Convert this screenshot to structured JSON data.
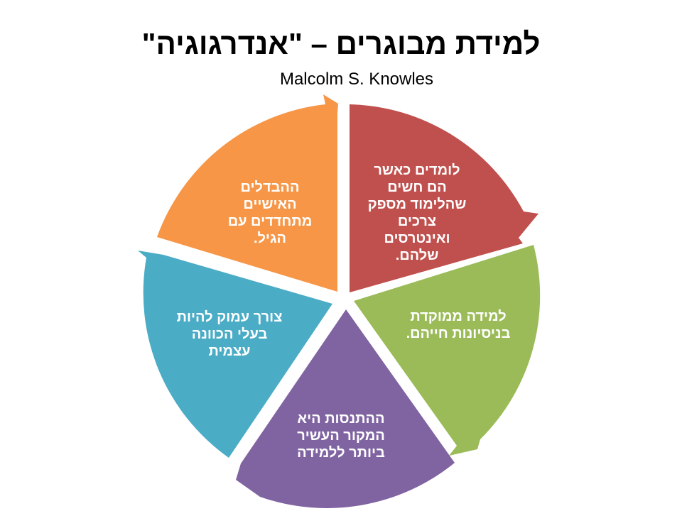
{
  "title": "למידת מבוגרים – \"אנדרגוגיה\"",
  "subtitle": "Malcolm S. Knowles",
  "segments": [
    {
      "name": "segment-red",
      "color": "#C0504D",
      "text": "לומדים כאשר הם חשים שהלימוד מספק צרכים ואינטרסים שלהם."
    },
    {
      "name": "segment-green",
      "color": "#9BBB59",
      "text": "למידה ממוקדת בניסיונות חייהם."
    },
    {
      "name": "segment-purple",
      "color": "#8064A2",
      "text": "ההתנסות היא המקור העשיר ביותר ללמידה"
    },
    {
      "name": "segment-blue",
      "color": "#4BACC6",
      "text": "צורך עמוק להיות בעלי הכוונה עצמית"
    },
    {
      "name": "segment-orange",
      "color": "#F79646",
      "text": "ההבדלים האישיים מתחדדים עם הגיל."
    }
  ]
}
